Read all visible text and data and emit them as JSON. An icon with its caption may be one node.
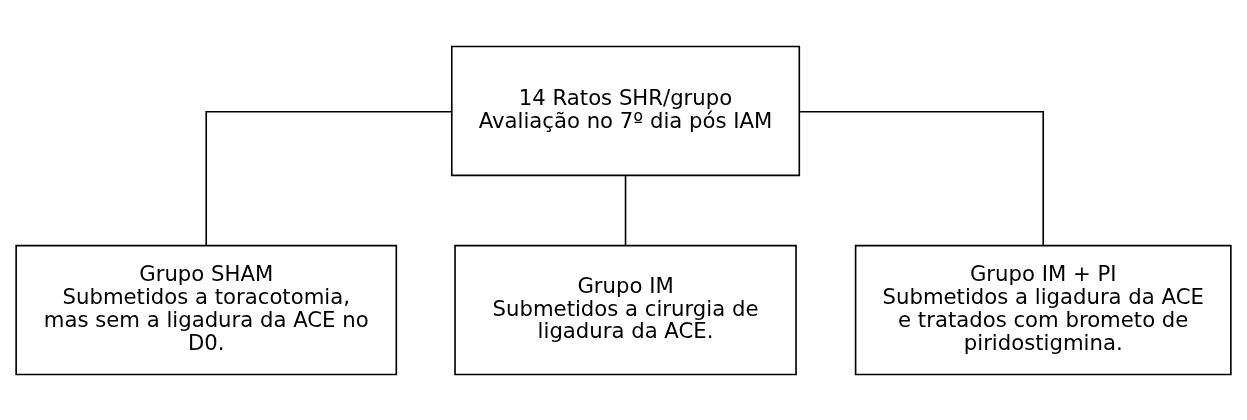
{
  "diagram": {
    "nodes": [
      {
        "text": [
          "14 Ratos SHR/grupo",
          "Avaliação no 7º dia pós IAM"
        ]
      },
      {
        "text": [
          "Grupo SHAM",
          "Submetidos a toracotomia, mas sem a ligadura da ACE no D0."
        ]
      },
      {
        "text": [
          "Grupo IM",
          "Submetidos a cirurgia de ligadura da ACE."
        ]
      },
      {
        "text": [
          "Grupo IM + PI",
          "Submetidos a ligadura da ACE e tratados com brometo de piridostigmina."
        ]
      }
    ],
    "edges": [
      {
        "from": 0,
        "to": 1,
        "arrow": "none"
      },
      {
        "from": 0,
        "to": 2,
        "arrow": "none"
      },
      {
        "from": 0,
        "to": 3,
        "arrow": "none"
      }
    ]
  }
}
